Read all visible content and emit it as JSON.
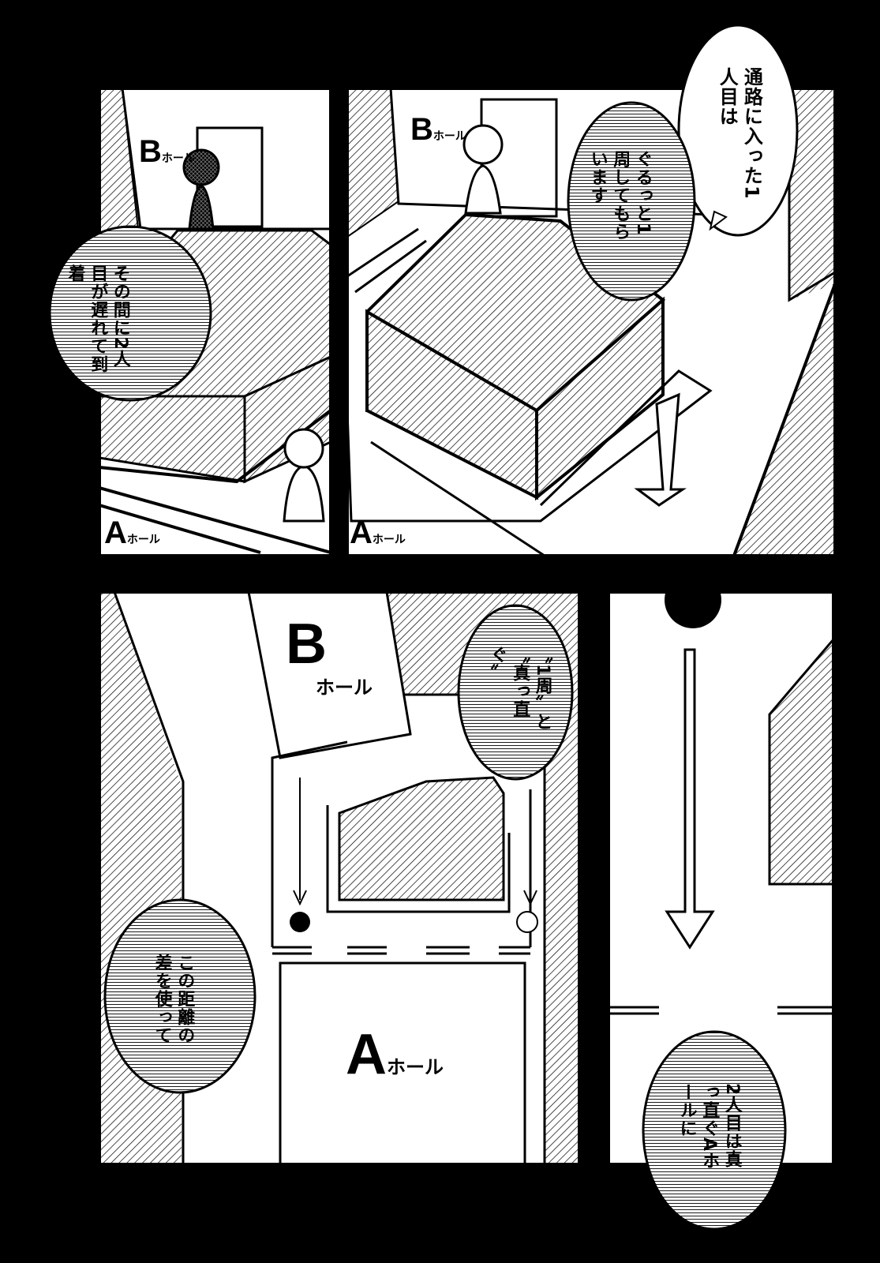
{
  "panels": {
    "p1": {
      "hall_b_letter": "B",
      "hall_b_suffix": "ホール",
      "hall_a_letter": "A",
      "hall_a_suffix": "ホール",
      "bubble_text": "その間に2人目が遅れて到着"
    },
    "p2": {
      "hall_b_letter": "B",
      "hall_b_suffix": "ホール",
      "hall_a_letter": "A",
      "hall_a_suffix": "ホール",
      "bubble_top_text": "通路に入った1人目は",
      "bubble_mid_text": "ぐるっと1周してもらいます"
    },
    "p3": {
      "hall_b_letter": "B",
      "hall_b_suffix": "ホール",
      "hall_a_letter": "A",
      "hall_a_suffix": "ホール",
      "bubble_right_text": "〝1周〟と〝真っ直ぐ〟",
      "bubble_left_text": "この距離の差を使って"
    },
    "p4": {
      "bubble_text": "2人目は真っ直ぐAホールに"
    }
  }
}
